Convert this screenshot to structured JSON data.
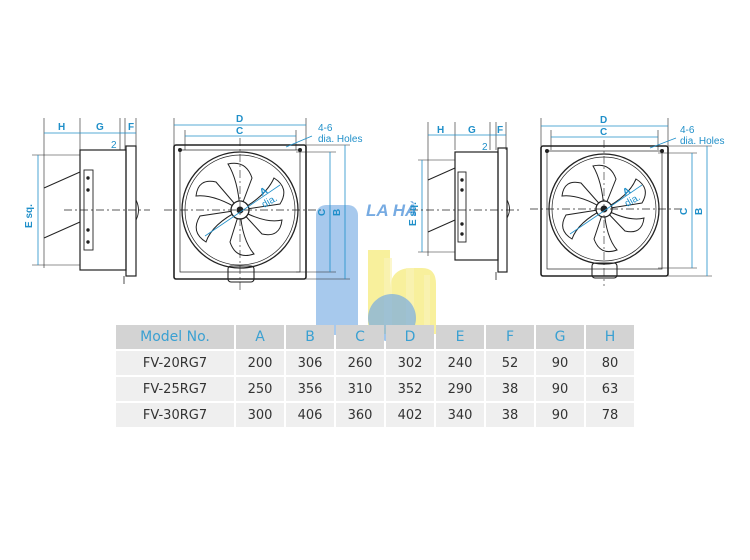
{
  "labels": {
    "H": "H",
    "G": "G",
    "F": "F",
    "two": "2",
    "E_sq": "E sq.",
    "D": "D",
    "C": "C",
    "B": "B",
    "A": "A",
    "holes_line1": "4-6",
    "holes_line2": "dia. Holes",
    "dia": "dia.",
    "watermark": "LA HÀ"
  },
  "colors": {
    "dimension": "#1f8fc9",
    "drawing": "#222222",
    "header_bg": "#d3d3d3",
    "cell_bg": "#efefef",
    "header_text": "#3aa0d2",
    "watermark_blue": "#4a90d9",
    "watermark_yellow": "#f3e65a"
  },
  "table": {
    "headers": [
      "Model No.",
      "A",
      "B",
      "C",
      "D",
      "E",
      "F",
      "G",
      "H"
    ],
    "rows": [
      [
        "FV-20RG7",
        "200",
        "306",
        "260",
        "302",
        "240",
        "52",
        "90",
        "80"
      ],
      [
        "FV-25RG7",
        "250",
        "356",
        "310",
        "352",
        "290",
        "38",
        "90",
        "63"
      ],
      [
        "FV-30RG7",
        "300",
        "406",
        "360",
        "402",
        "340",
        "38",
        "90",
        "78"
      ]
    ]
  }
}
